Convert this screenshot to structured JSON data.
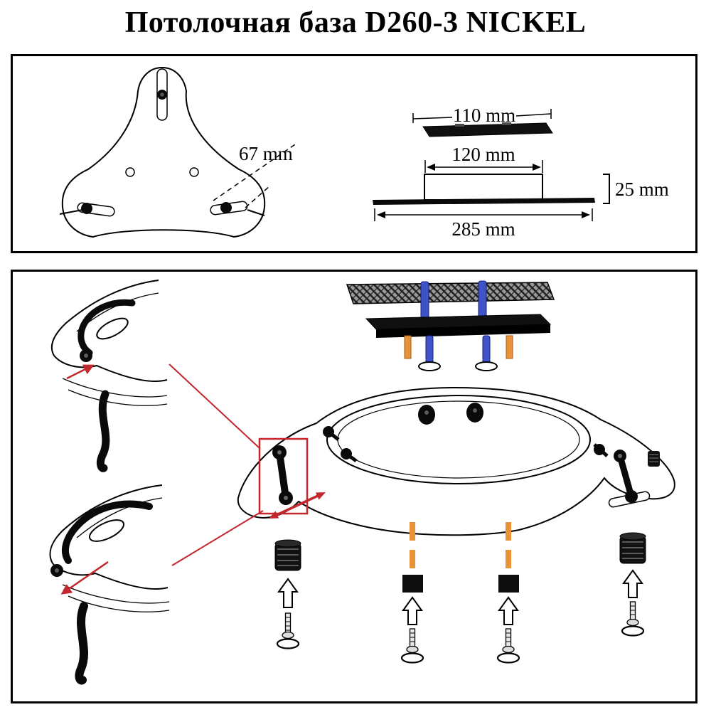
{
  "page": {
    "title": "Потолочная база D260-3 NICKEL"
  },
  "top_panel": {
    "labels": {
      "slot_length": "67 mm",
      "bar_width": "110 mm",
      "cup_width": "120 mm",
      "cup_height": "25 mm",
      "base_width": "285 mm"
    }
  },
  "colors": {
    "annotation_red": "#c1272d",
    "bolt_blue": "#4052c8",
    "rod_orange": "#e8923a"
  }
}
